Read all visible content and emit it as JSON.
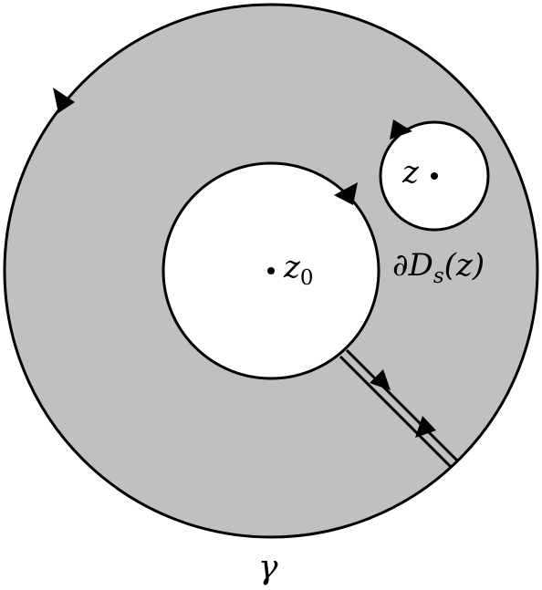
{
  "colors": {
    "region_fill": "#c0c0c0",
    "stroke": "#000000",
    "background": "#ffffff"
  },
  "labels": {
    "center_point": {
      "base": "z",
      "subscript": "0"
    },
    "point": "z",
    "small_circle": {
      "partial": "∂",
      "letter": "D",
      "subscript": "s",
      "argument": "(z)"
    },
    "outer_contour": "γ"
  }
}
